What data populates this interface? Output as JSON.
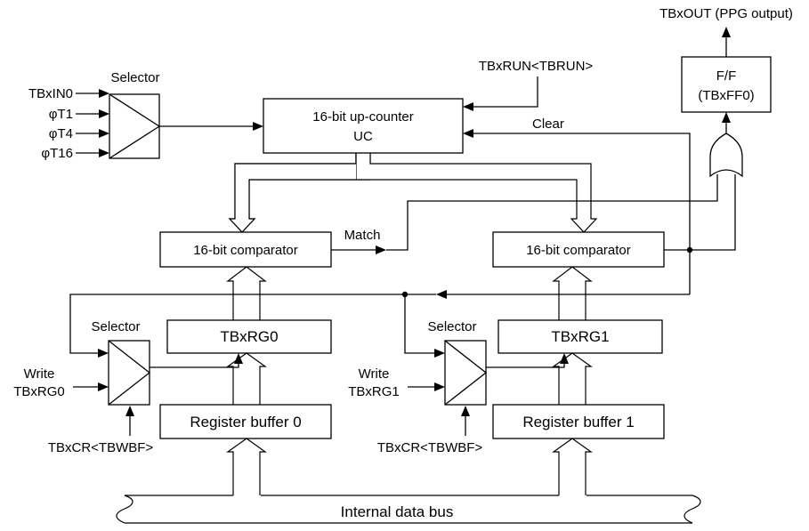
{
  "diagram": {
    "output_label": "TBxOUT (PPG output)",
    "ff": {
      "line1": "F/F",
      "line2": "(TBxFF0)"
    },
    "run_label": "TBxRUN<TBRUN>",
    "selector_top_label": "Selector",
    "inputs": [
      "TBxIN0",
      "φT1",
      "φT4",
      "φT16"
    ],
    "counter": {
      "line1": "16-bit up-counter",
      "line2": "UC"
    },
    "clear_label": "Clear",
    "match_label": "Match",
    "comparator0_label": "16-bit comparator",
    "comparator1_label": "16-bit comparator",
    "selector0_label": "Selector",
    "selector1_label": "Selector",
    "reg0_label": "TBxRG0",
    "reg1_label": "TBxRG1",
    "write0": {
      "line1": "Write",
      "line2": "TBxRG0"
    },
    "write1": {
      "line1": "Write",
      "line2": "TBxRG1"
    },
    "buffer0_label": "Register buffer 0",
    "buffer1_label": "Register buffer 1",
    "cr0_label": "TBxCR<TBWBF>",
    "cr1_label": "TBxCR<TBWBF>",
    "bus_label": "Internal data bus"
  }
}
